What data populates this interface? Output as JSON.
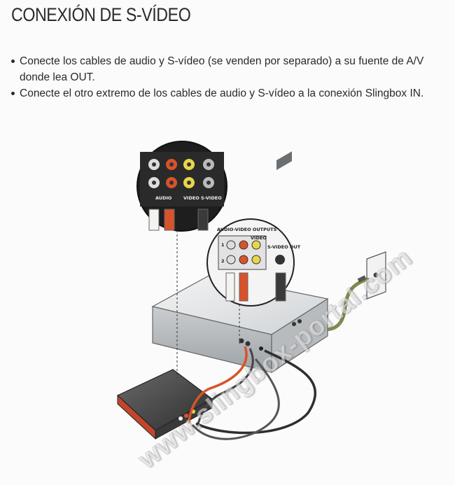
{
  "page": {
    "title": "CONEXIÓN DE S-VÍDEO",
    "bullets": [
      "Conecte los cables de audio y S-vídeo (se venden por separado) a su fuente de A/V  donde lea OUT.",
      "Conecte el otro extremo de los cables de audio y S-vídeo a la conexión Slingbox IN."
    ]
  },
  "figure": {
    "slingbox_panel": {
      "audio_label": "AUDIO",
      "video_label": "VIDEO",
      "svideo_label": "S-VIDEO"
    },
    "source_panel": {
      "outputs_label": "AUDIO-VIDEO OUTPUTS",
      "svideo_out_label": "S-VIDEO OUT",
      "video_label": "VIDEO",
      "row1": "1",
      "row2": "2"
    },
    "watermark": "www.slingbox-portal.com",
    "colors": {
      "audio_left": "#f3f3f0",
      "audio_right": "#d8532a",
      "video": "#e8d64a",
      "svideo": "#3a3a3a",
      "slingbox_accent": "#c2462b"
    }
  }
}
